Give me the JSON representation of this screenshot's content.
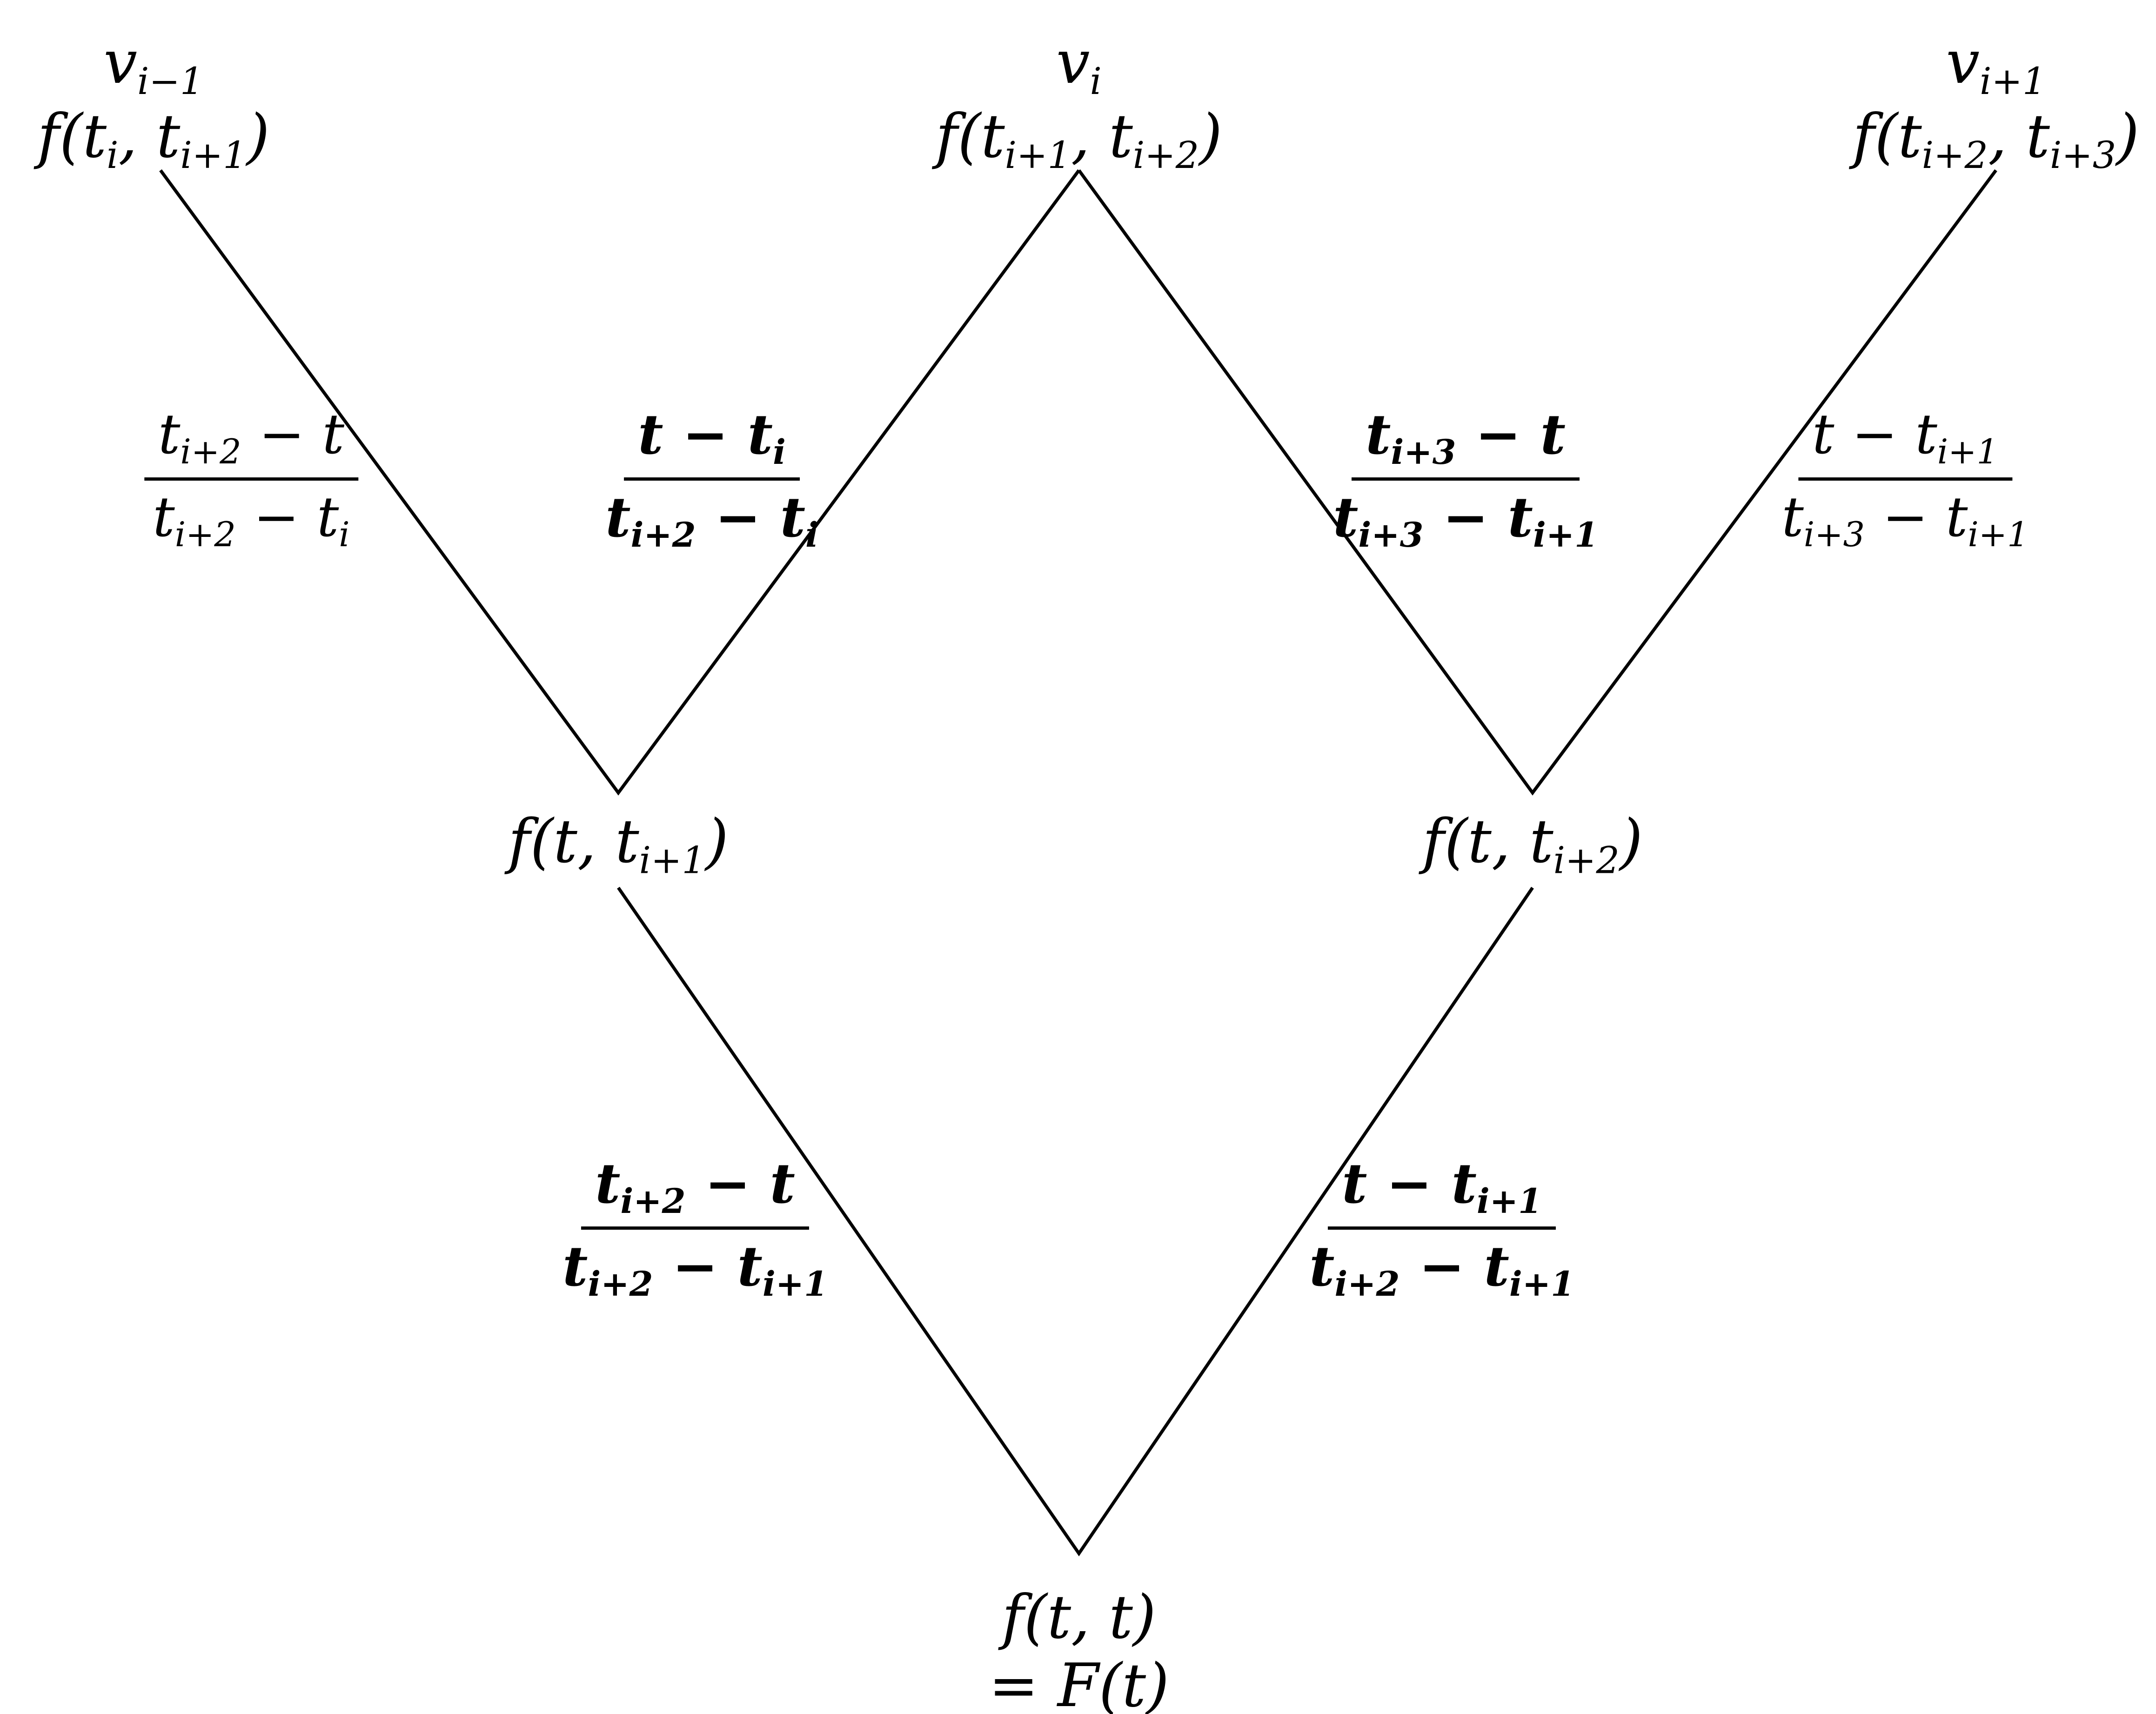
{
  "nodes": {
    "top_left": {
      "v": [
        [
          "v",
          "i−1"
        ]
      ],
      "f": [
        [
          "f(t",
          "i"
        ],
        [
          ", t",
          "i+1"
        ],
        [
          ")",
          ""
        ]
      ]
    },
    "top_mid": {
      "v": [
        [
          "v",
          "i"
        ]
      ],
      "f": [
        [
          "f(t",
          "i+1"
        ],
        [
          ", t",
          "i+2"
        ],
        [
          ")",
          ""
        ]
      ]
    },
    "top_right": {
      "v": [
        [
          "v",
          "i+1"
        ]
      ],
      "f": [
        [
          "f(t",
          "i+2"
        ],
        [
          ", t",
          "i+3"
        ],
        [
          ")",
          ""
        ]
      ]
    },
    "mid_left": {
      "f": [
        [
          "f(t, t",
          "i+1"
        ],
        [
          ")",
          ""
        ]
      ]
    },
    "mid_right": {
      "f": [
        [
          "f(t, t",
          "i+2"
        ],
        [
          ")",
          ""
        ]
      ]
    },
    "bottom": {
      "f": [
        [
          "f(t, t)",
          ""
        ]
      ],
      "eq": [
        [
          "= F(t)",
          ""
        ]
      ]
    }
  },
  "weights": {
    "w1": {
      "bold": false,
      "num": [
        [
          "t",
          "i+2"
        ],
        [
          " − t",
          ""
        ]
      ],
      "den": [
        [
          "t",
          "i+2"
        ],
        [
          " − t",
          "i"
        ]
      ]
    },
    "w2": {
      "bold": true,
      "num": [
        [
          "t − t",
          "i"
        ]
      ],
      "den": [
        [
          "t",
          "i+2"
        ],
        [
          " − t",
          "i"
        ]
      ]
    },
    "w3": {
      "bold": true,
      "num": [
        [
          "t",
          "i+3"
        ],
        [
          " − t",
          ""
        ]
      ],
      "den": [
        [
          "t",
          "i+3"
        ],
        [
          " − t",
          "i+1"
        ]
      ]
    },
    "w4": {
      "bold": false,
      "num": [
        [
          "t − t",
          "i+1"
        ]
      ],
      "den": [
        [
          "t",
          "i+3"
        ],
        [
          " − t",
          "i+1"
        ]
      ]
    },
    "w5": {
      "bold": true,
      "num": [
        [
          "t",
          "i+2"
        ],
        [
          " − t",
          ""
        ]
      ],
      "den": [
        [
          "t",
          "i+2"
        ],
        [
          " − t",
          "i+1"
        ]
      ]
    },
    "w6": {
      "bold": true,
      "num": [
        [
          "t − t",
          "i+1"
        ]
      ],
      "den": [
        [
          "t",
          "i+2"
        ],
        [
          " − t",
          "i+1"
        ]
      ]
    }
  }
}
